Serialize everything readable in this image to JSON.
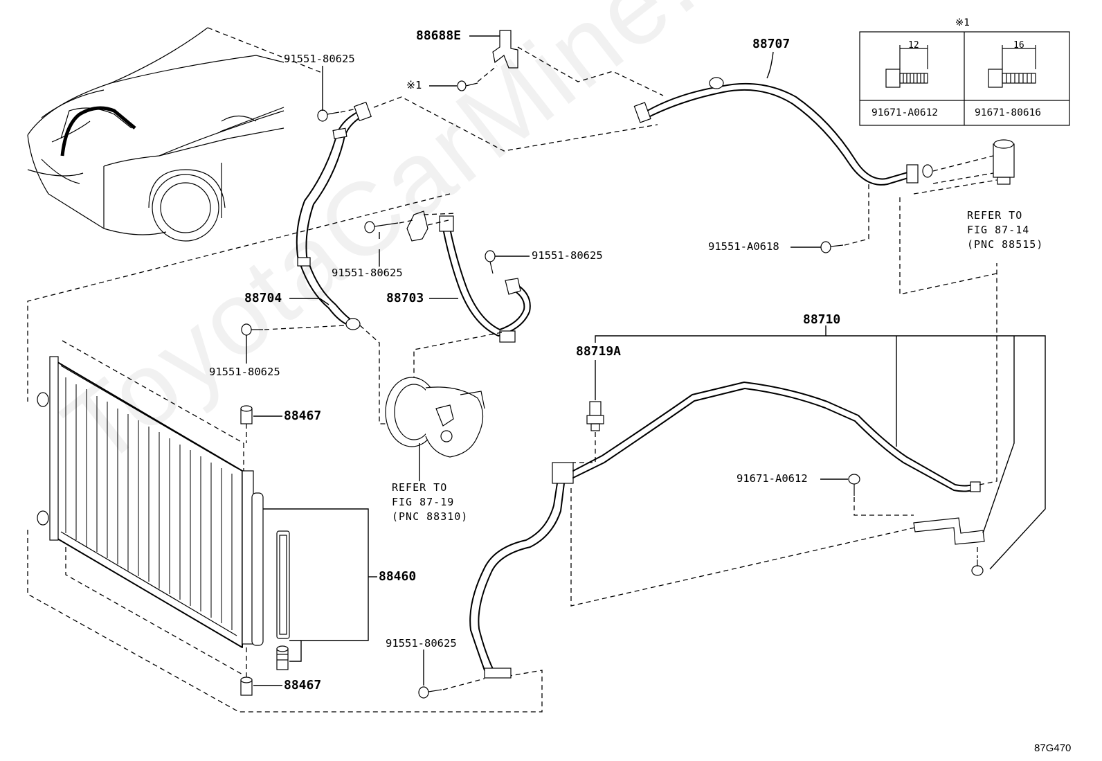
{
  "watermark": "ToyotaCarMine.ru",
  "figure_code": "87G470",
  "note_mark": "※1",
  "callouts": {
    "p88688E": "88688E",
    "note1": "※1",
    "b91551_top": "91551-80625",
    "p88707": "88707",
    "b91551_mid": "91551-80625",
    "b91551_right": "91551-80625",
    "b91551_A0618": "91551-A0618",
    "p88704": "88704",
    "p88703": "88703",
    "b91551_left": "91551-80625",
    "p88710": "88710",
    "p88719A": "88719A",
    "p88467_top": "88467",
    "p88460": "88460",
    "p88467_bot": "88467",
    "b91671_A0612": "91671-A0612",
    "b91551_bottom": "91551-80625"
  },
  "refs": {
    "receiver": [
      "REFER TO",
      "FIG 87-14",
      "(PNC 88515)"
    ],
    "compressor": [
      "REFER TO",
      "FIG 87-19",
      "(PNC 88310)"
    ]
  },
  "bolt_table": {
    "header": "※1",
    "cols": [
      {
        "dim": "12",
        "part": "91671-A0612"
      },
      {
        "dim": "16",
        "part": "91671-80616"
      }
    ]
  }
}
